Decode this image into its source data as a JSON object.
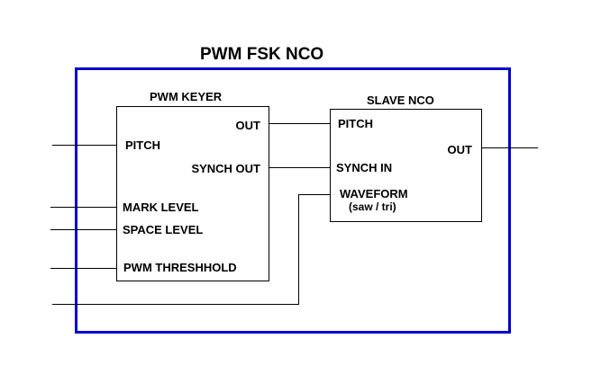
{
  "title": "PWM FSK NCO",
  "colors": {
    "outer_border": "#0000cc",
    "lines": "#000000",
    "background": "#ffffff"
  },
  "pwm_keyer": {
    "name": "PWM KEYER",
    "inputs": [
      "PITCH",
      "MARK LEVEL",
      "SPACE LEVEL",
      "PWM THRESHHOLD"
    ],
    "outputs": [
      "OUT",
      "SYNCH OUT"
    ]
  },
  "slave_nco": {
    "name": "SLAVE NCO",
    "inputs": [
      "PITCH",
      "SYNCH IN",
      "WAVEFORM"
    ],
    "waveform_note": "(saw / tri)",
    "outputs": [
      "OUT"
    ]
  }
}
